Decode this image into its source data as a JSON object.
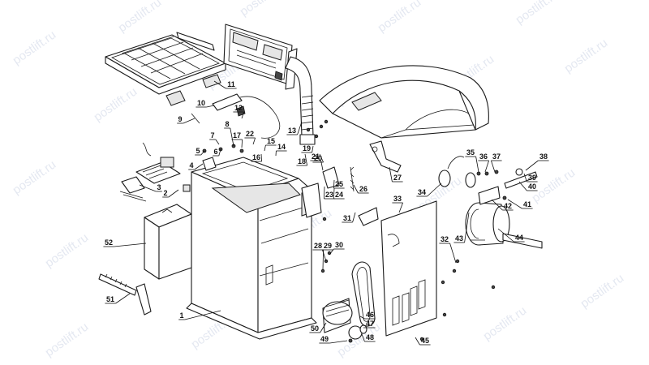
{
  "diagram": {
    "watermark": "postlift.ru",
    "callouts": [
      "1",
      "2",
      "3",
      "4",
      "5",
      "6",
      "7",
      "8",
      "9",
      "10",
      "11",
      "12",
      "13",
      "14",
      "15",
      "16",
      "17",
      "18",
      "19",
      "20",
      "21",
      "22",
      "23",
      "24",
      "25",
      "26",
      "27",
      "28",
      "29",
      "30",
      "31",
      "32",
      "33",
      "34",
      "35",
      "36",
      "37",
      "38",
      "39",
      "40",
      "41",
      "42",
      "43",
      "44",
      "45",
      "46",
      "47",
      "48",
      "49",
      "50",
      "51",
      "52"
    ]
  }
}
